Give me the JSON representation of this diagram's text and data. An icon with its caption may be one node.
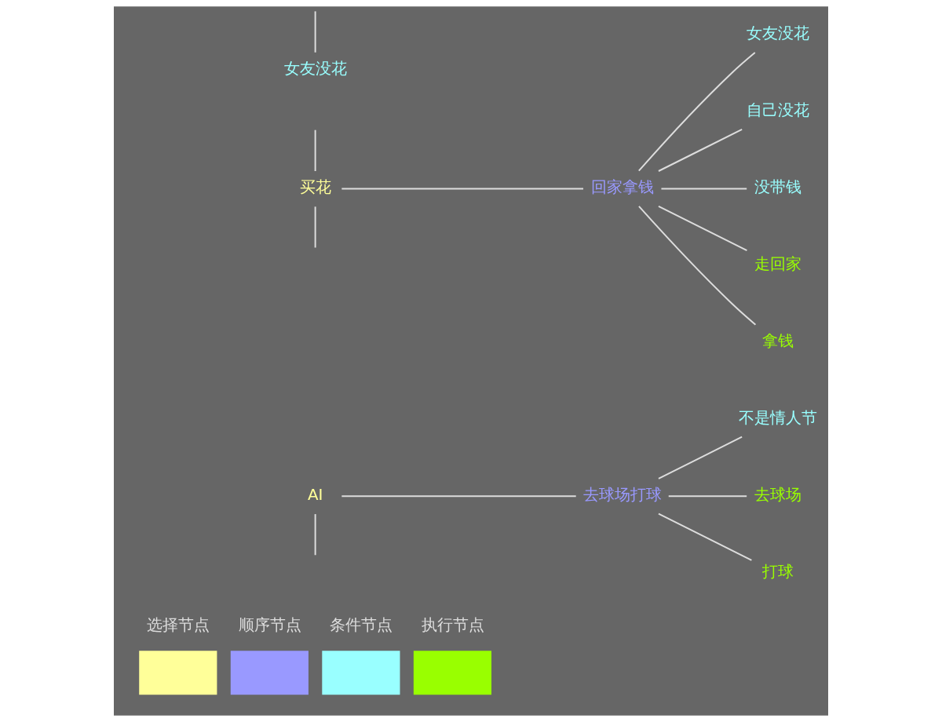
{
  "diagram": {
    "nodes": [
      {
        "text": [
          "AI"
        ]
      },
      {
        "text": [
          "去球场打球"
        ]
      },
      {
        "text": [
          "不是情人节"
        ]
      },
      {
        "text": [
          "去球场"
        ]
      },
      {
        "text": [
          "打球"
        ]
      },
      {
        "text": [
          "买花"
        ]
      },
      {
        "text": [
          "回家拿钱"
        ]
      },
      {
        "text": [
          "女友没花"
        ]
      },
      {
        "text": [
          "自己没花"
        ]
      },
      {
        "text": [
          "没带钱"
        ]
      },
      {
        "text": [
          "走回家"
        ]
      },
      {
        "text": [
          "拿钱"
        ]
      },
      {
        "text": [
          "女友没花"
        ]
      }
    ],
    "edges": [
      {
        "from": 0,
        "to": 1,
        "arrow": "none"
      },
      {
        "from": 0,
        "to": null,
        "arrow": "none"
      },
      {
        "from": 1,
        "to": 2,
        "arrow": "none"
      },
      {
        "from": 1,
        "to": 3,
        "arrow": "none"
      },
      {
        "from": 1,
        "to": 4,
        "arrow": "none"
      },
      {
        "from": null,
        "to": 5,
        "arrow": "none"
      },
      {
        "from": 5,
        "to": 6,
        "arrow": "none"
      },
      {
        "from": 5,
        "to": null,
        "arrow": "none"
      },
      {
        "from": 6,
        "to": 7,
        "arrow": "none"
      },
      {
        "from": 6,
        "to": 8,
        "arrow": "none"
      },
      {
        "from": 6,
        "to": 9,
        "arrow": "none"
      },
      {
        "from": 6,
        "to": 10,
        "arrow": "none"
      },
      {
        "from": 6,
        "to": 11,
        "arrow": "none"
      },
      {
        "from": null,
        "to": 12,
        "arrow": "none"
      }
    ],
    "legend": [
      {
        "text": "选择节点",
        "color": "#ffff99"
      },
      {
        "text": "顺序节点",
        "color": "#9999ff"
      },
      {
        "text": "条件节点",
        "color": "#99ffff"
      },
      {
        "text": "执行节点",
        "color": "#99ff00"
      }
    ]
  }
}
